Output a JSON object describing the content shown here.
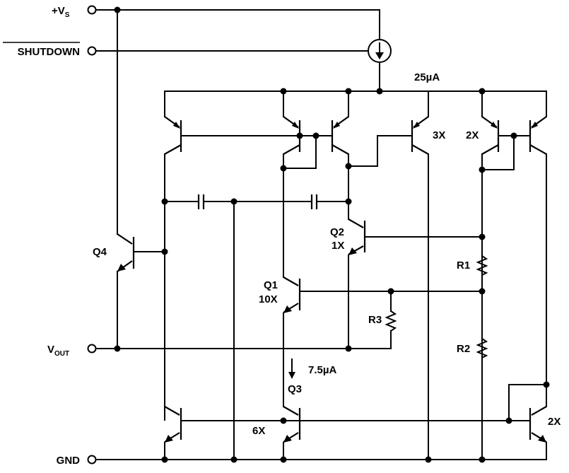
{
  "pins": {
    "vs_main": "+V",
    "vs_sub": "S",
    "shutdown": "SHUTDOWN",
    "vout_main": "V",
    "vout_sub": "OUT",
    "gnd": "GND"
  },
  "labels": {
    "current_source": "25µA",
    "q1_name": "Q1",
    "q1_ratio": "10X",
    "q2_name": "Q2",
    "q2_ratio": "1X",
    "q3_name": "Q3",
    "q3_current": "7.5µA",
    "q4_name": "Q4",
    "r1": "R1",
    "r2": "R2",
    "r3": "R3",
    "ratio_3x": "3X",
    "ratio_2x_top": "2X",
    "ratio_2x_bottom": "2X",
    "ratio_6x": "6X"
  }
}
